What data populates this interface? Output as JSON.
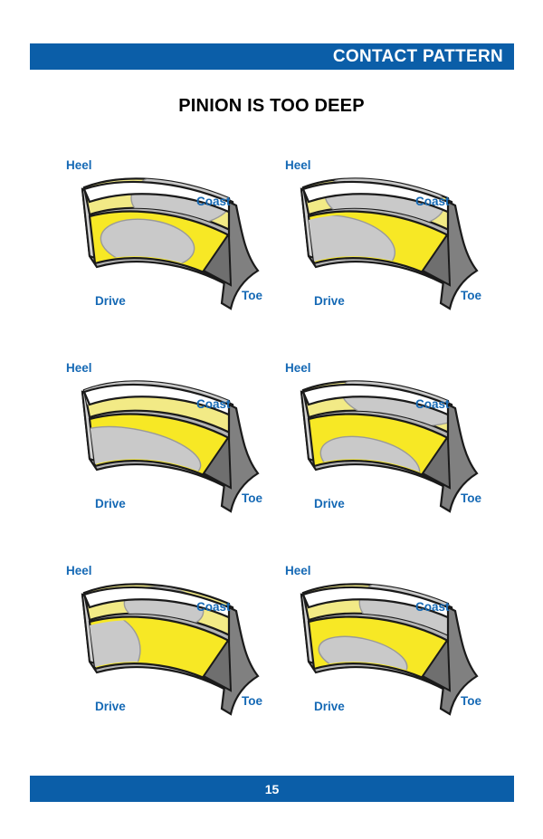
{
  "header": {
    "banner_text": "CONTACT PATTERN",
    "banner_color": "#0b5ea8",
    "text_color": "#ffffff"
  },
  "page_title": "PINION IS TOO DEEP",
  "footer": {
    "page_number": "15",
    "bar_color": "#0b5ea8",
    "text_color": "#ffffff"
  },
  "palette": {
    "coast_flank": "#f2ea86",
    "drive_flank": "#f7e825",
    "contact_patch": "#c9c9c9",
    "toe_end_face": "#808080",
    "side_shadow": "#b4b4b4",
    "top_land": "#ffffff",
    "outline": "#1a1a1a",
    "label_blue": "#1569b5"
  },
  "labels": {
    "heel": "Heel",
    "coast": "Coast",
    "drive": "Drive",
    "toe": "Toe"
  },
  "figures": [
    {
      "id": "tooth-1",
      "row": 0,
      "col": 0,
      "coast_patch": "toe-center band, mid-height, touching top land",
      "drive_patch": "mid-flank oval toward heel-center"
    },
    {
      "id": "tooth-2",
      "row": 0,
      "col": 1,
      "coast_patch": "wide band across center toward heel, touching top land",
      "drive_patch": "large patch covering heel half of flank"
    },
    {
      "id": "tooth-3",
      "row": 1,
      "col": 0,
      "coast_patch": "full-length band along top land from heel to toe",
      "drive_patch": "long band across heel two-thirds of flank"
    },
    {
      "id": "tooth-4",
      "row": 1,
      "col": 1,
      "coast_patch": "broad band from heel-center to toe along top land",
      "drive_patch": "large oval centered low on flank"
    },
    {
      "id": "tooth-5",
      "row": 2,
      "col": 0,
      "coast_patch": "isolated oval centered on flank",
      "drive_patch": "tall patch covering heel end of flank"
    },
    {
      "id": "tooth-6",
      "row": 2,
      "col": 1,
      "coast_patch": "large patch on toe half of flank",
      "drive_patch": "elongated oval centered on flank"
    }
  ]
}
